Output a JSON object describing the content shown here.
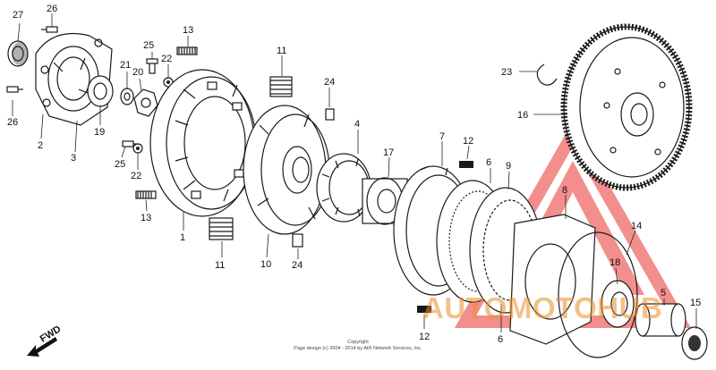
{
  "diagram": {
    "part_numbers": [
      "1",
      "2",
      "3",
      "4",
      "5",
      "6",
      "7",
      "8",
      "9",
      "10",
      "11",
      "12",
      "13",
      "14",
      "15",
      "16",
      "17",
      "18",
      "19",
      "20",
      "21",
      "22",
      "23",
      "24",
      "25",
      "26",
      "27"
    ],
    "callouts": {
      "c27": "27",
      "c26a": "26",
      "c26b": "26",
      "c2": "2",
      "c3": "3",
      "c19": "19",
      "c21": "21",
      "c20": "20",
      "c25a": "25",
      "c22a": "22",
      "c13a": "13",
      "c25b": "25",
      "c22b": "22",
      "c13b": "13",
      "c1": "1",
      "c11a": "11",
      "c11b": "11",
      "c10": "10",
      "c24a": "24",
      "c24b": "24",
      "c4": "4",
      "c17": "17",
      "c7": "7",
      "c12a": "12",
      "c12b": "12",
      "c6a": "6",
      "c6b": "6",
      "c9": "9",
      "c8": "8",
      "c23": "23",
      "c16": "16",
      "c14": "14",
      "c18": "18",
      "c5": "5",
      "c15": "15"
    },
    "direction_label": "FWD",
    "copyright_lines": [
      "Copyright",
      "Page design (c) 2004 - 2014 by ARI Network Services, Inc."
    ],
    "watermark": "AUTOMOTOHUB",
    "colors": {
      "ink": "#1a1a1a",
      "watermark_red": "#e8322d",
      "watermark_orange": "#eb8c28"
    }
  }
}
